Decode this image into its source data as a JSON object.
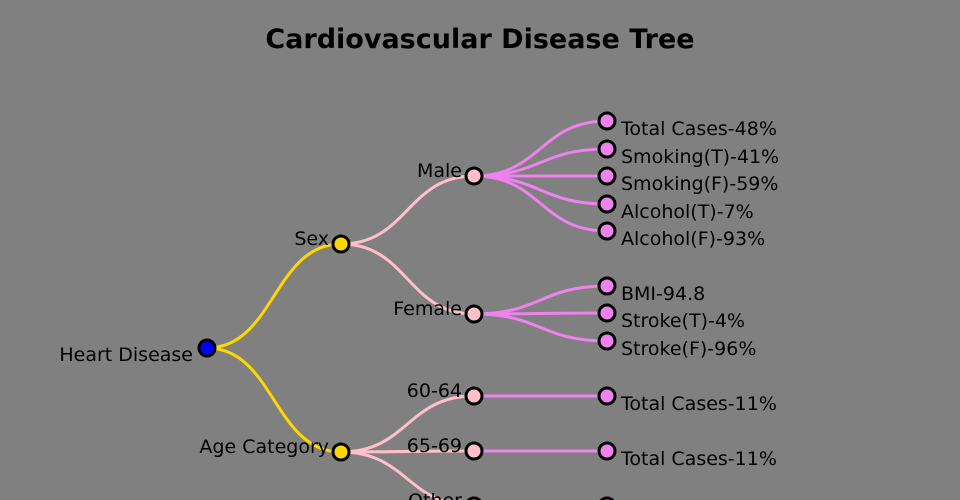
{
  "title": "Cardiovascular Disease Tree",
  "colors": {
    "background": "#808080",
    "root": "#0000FF",
    "level1": "#FFD700",
    "level2": "#FFC0CB",
    "level3": "#EE82EE",
    "stroke": "#000000"
  },
  "tree": {
    "name": "Heart Disease",
    "children": [
      {
        "name": "Sex",
        "children": [
          {
            "name": "Male",
            "children": [
              {
                "name": "Total Cases-48%"
              },
              {
                "name": "Smoking(T)-41%"
              },
              {
                "name": "Smoking(F)-59%"
              },
              {
                "name": "Alcohol(T)-7%"
              },
              {
                "name": "Alcohol(F)-93%"
              }
            ]
          },
          {
            "name": "Female",
            "children": [
              {
                "name": "BMI-94.8"
              },
              {
                "name": "Stroke(T)-4%"
              },
              {
                "name": "Stroke(F)-96%"
              }
            ]
          }
        ]
      },
      {
        "name": "Age Category",
        "children": [
          {
            "name": "60-64",
            "children": [
              {
                "name": "Total Cases-11%"
              }
            ]
          },
          {
            "name": "65-69",
            "children": [
              {
                "name": "Total Cases-11%"
              }
            ]
          },
          {
            "name": "Other",
            "children": [
              {
                "name": ""
              }
            ]
          }
        ]
      }
    ]
  }
}
